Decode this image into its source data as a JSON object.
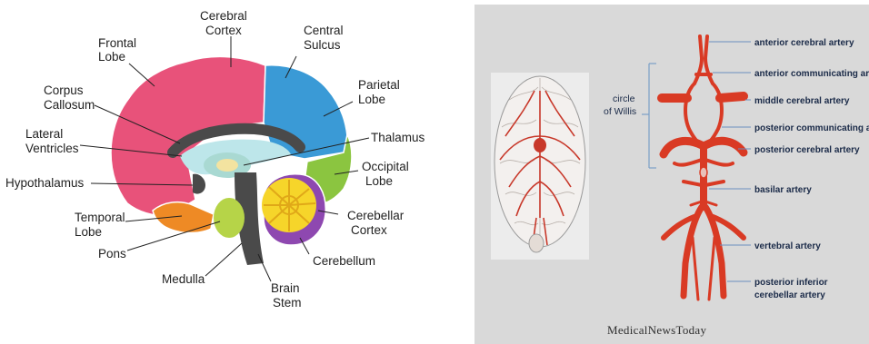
{
  "brain_labels": {
    "cerebral_cortex": [
      "Cerebral",
      "Cortex"
    ],
    "frontal_lobe": [
      "Frontal",
      "Lobe"
    ],
    "central_sulcus": [
      "Central",
      "Sulcus"
    ],
    "corpus_callosum": [
      "Corpus",
      "Callosum"
    ],
    "parietal_lobe": [
      "Parietal",
      "Lobe"
    ],
    "lateral_ventricles": [
      "Lateral",
      "Ventricles"
    ],
    "thalamus": [
      "Thalamus"
    ],
    "hypothalamus": [
      "Hypothalamus"
    ],
    "occipital_lobe": [
      "Occipital",
      "Lobe"
    ],
    "temporal_lobe": [
      "Temporal",
      "Lobe"
    ],
    "cerebellar_cortex": [
      "Cerebellar",
      "Cortex"
    ],
    "pons": [
      "Pons"
    ],
    "cerebellum": [
      "Cerebellum"
    ],
    "medulla": [
      "Medulla"
    ],
    "brain_stem": [
      "Brain",
      "Stem"
    ]
  },
  "artery_labels": {
    "anterior_cerebral": "anterior cerebral artery",
    "anterior_communicating": "anterior communicating artery",
    "middle_cerebral": "middle cerebral artery",
    "posterior_communicating": "posterior communicating artery",
    "posterior_cerebral": "posterior cerebral artery",
    "basilar": "basilar artery",
    "vertebral": "vertebral artery",
    "posterior_inferior": [
      "posterior inferior",
      "cerebellar artery"
    ]
  },
  "circle_of_willis": [
    "circle",
    "of Willis"
  ],
  "brand": "MedicalNewsToday",
  "colors": {
    "frontal": "#e8527a",
    "parietal": "#3a9ad6",
    "occipital": "#8bc540",
    "temporal": "#ee8a25",
    "cerebellum": "#8e48b0",
    "cerebellar_cortex": "#f6d52a",
    "stem": "#4a4a4a",
    "pons": "#b6d448",
    "ventricle": "#bde6ea",
    "thalamus": "#a9d9d2",
    "artery": "#d93a24",
    "artery_label": "#1a2a48",
    "panel_bg": "#d9d9d9"
  }
}
